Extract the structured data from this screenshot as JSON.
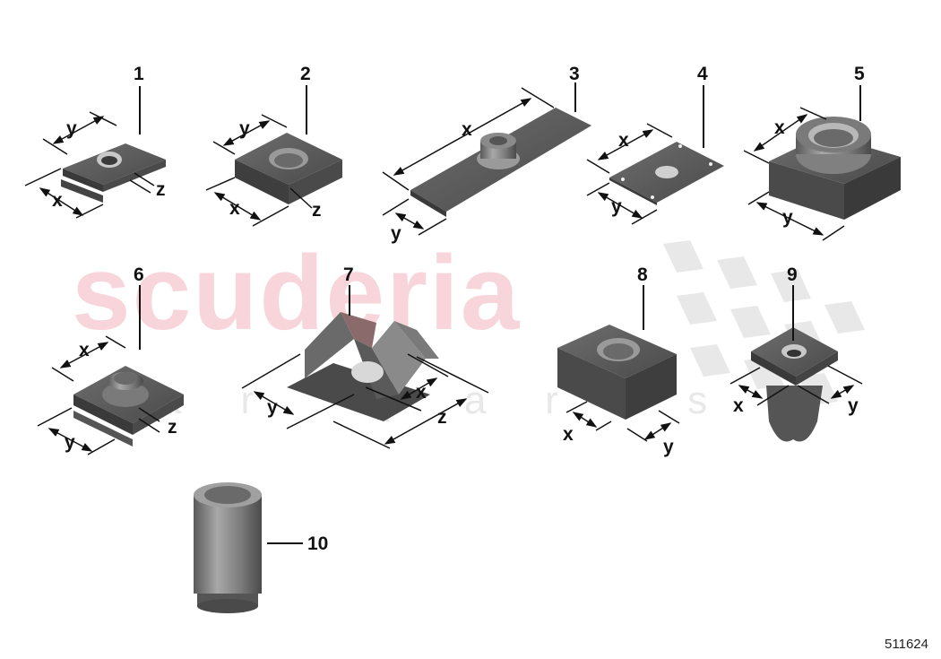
{
  "watermark": {
    "brand": "scuderia",
    "subtitle": "car parts",
    "brand_color": "#f7d5da"
  },
  "diagram": {
    "id": "511624",
    "parts": [
      {
        "callout": "1",
        "type": "clip-nut",
        "dims": [
          "x",
          "y",
          "z"
        ]
      },
      {
        "callout": "2",
        "type": "square-nut",
        "dims": [
          "x",
          "y",
          "z"
        ]
      },
      {
        "callout": "3",
        "type": "weld-nut-plate",
        "dims": [
          "x",
          "y"
        ]
      },
      {
        "callout": "4",
        "type": "square-plate",
        "dims": [
          "x",
          "y"
        ]
      },
      {
        "callout": "5",
        "type": "square-weld-nut",
        "dims": [
          "x",
          "y"
        ]
      },
      {
        "callout": "6",
        "type": "speed-clip-nut",
        "dims": [
          "x",
          "y",
          "z"
        ]
      },
      {
        "callout": "7",
        "type": "spring-clip",
        "dims": [
          "x",
          "y",
          "z"
        ]
      },
      {
        "callout": "8",
        "type": "cage-nut",
        "dims": [
          "x",
          "y"
        ]
      },
      {
        "callout": "9",
        "type": "expansion-nut",
        "dims": [
          "x",
          "y"
        ]
      },
      {
        "callout": "10",
        "type": "threaded-sleeve",
        "dims": []
      }
    ]
  },
  "labels": {
    "c1": "1",
    "c2": "2",
    "c3": "3",
    "c4": "4",
    "c5": "5",
    "c6": "6",
    "c7": "7",
    "c8": "8",
    "c9": "9",
    "c10": "10",
    "x": "x",
    "y": "y",
    "z": "z"
  }
}
